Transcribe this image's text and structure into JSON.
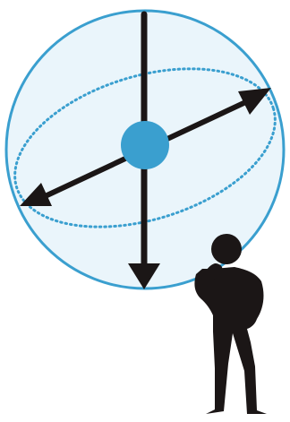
{
  "colors": {
    "background": "#ffffff",
    "sphere_fill": "#eaf5fb",
    "sphere_outline": "#3a9fcf",
    "orbit_dotted": "#3a9fcf",
    "center_dot": "#3a9fcf",
    "arrow": "#1b1616",
    "person": "#1b1616"
  },
  "icons": {
    "sphere": "sphere-outline",
    "orbit": "dotted-ellipse-orbit",
    "center": "center-dot",
    "vertical_arrow": "down-arrow",
    "diagonal_arrow": "double-headed-arrow",
    "person": "thinking-person-silhouette"
  }
}
